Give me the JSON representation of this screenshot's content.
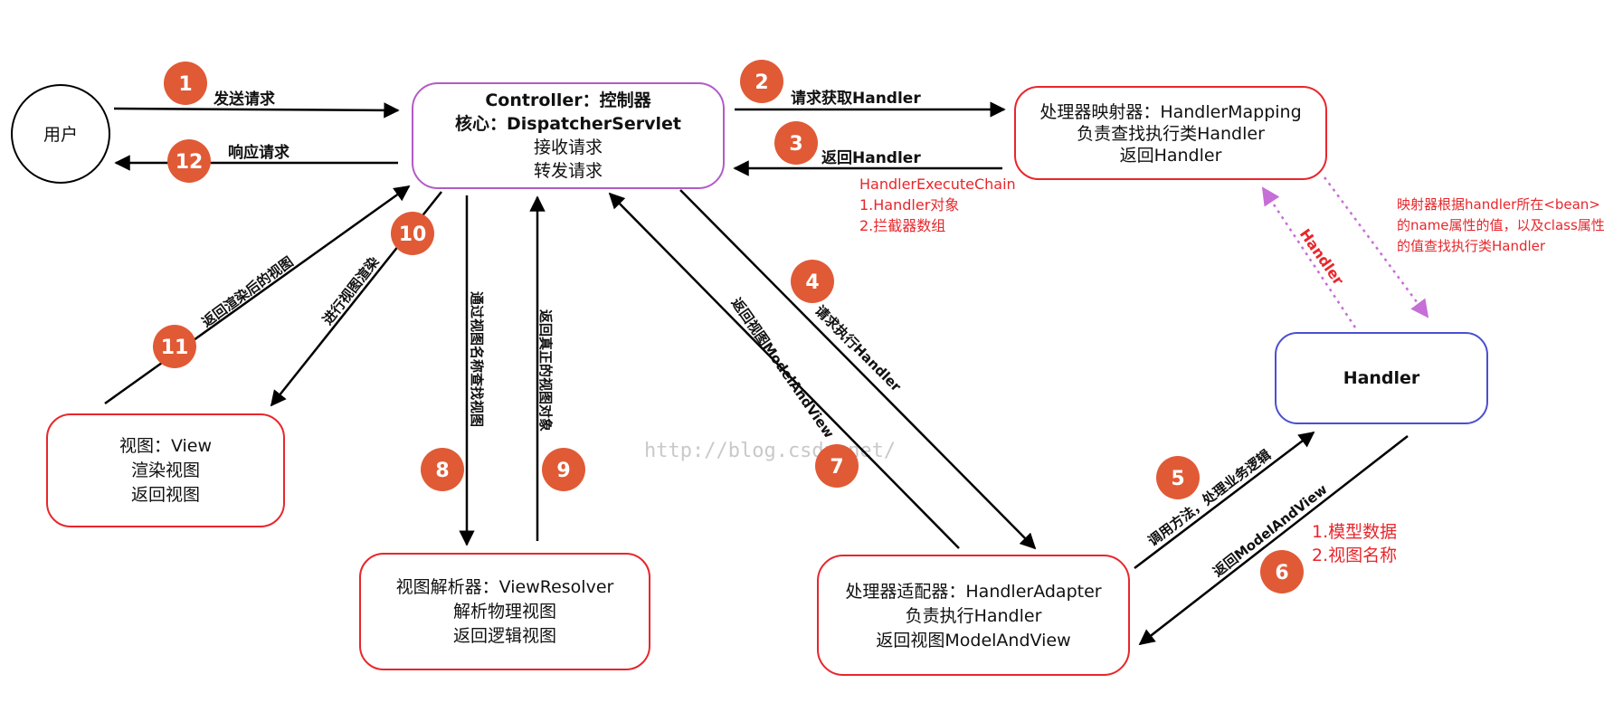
{
  "nodes": {
    "user": {
      "label": "用户"
    },
    "controller": {
      "lines": [
        "Controller：控制器",
        "核心：DispatcherServlet",
        "接收请求",
        "转发请求"
      ]
    },
    "handler_mapping": {
      "lines": [
        "处理器映射器：HandlerMapping",
        "负责查找执行类Handler",
        "返回Handler"
      ]
    },
    "handler": {
      "label": "Handler"
    },
    "view": {
      "lines": [
        "视图：View",
        "渲染视图",
        "返回视图"
      ]
    },
    "view_resolver": {
      "lines": [
        "视图解析器：ViewResolver",
        "解析物理视图",
        "返回逻辑视图"
      ]
    },
    "handler_adapter": {
      "lines": [
        "处理器适配器：HandlerAdapter",
        "负责执行Handler",
        "返回视图ModelAndView"
      ]
    }
  },
  "edges": [
    {
      "num": "1",
      "label": "发送请求"
    },
    {
      "num": "2",
      "label": "请求获取Handler"
    },
    {
      "num": "3",
      "label": "返回Handler"
    },
    {
      "num": "4",
      "label": "请求执行Handler"
    },
    {
      "num": "5",
      "label": "调用方法，处理业务逻辑"
    },
    {
      "num": "6",
      "label": "返回ModelAndView"
    },
    {
      "num": "7",
      "label": "返回视图ModelAndView"
    },
    {
      "num": "8",
      "label": "通过视图名称查找视图"
    },
    {
      "num": "9",
      "label": "返回真正的视图对象"
    },
    {
      "num": "10",
      "label": "进行视图渲染"
    },
    {
      "num": "11",
      "label": "返回渲染后的视图"
    },
    {
      "num": "12",
      "label": "响应请求"
    }
  ],
  "annotations": {
    "handler_chain": [
      "HandlerExecuteChain",
      "1.Handler对象",
      "2.拦截器数组"
    ],
    "mapping_note": [
      "映射器根据handler所在<bean>",
      "的name属性的值，以及class属性",
      "的值查找执行类Handler"
    ],
    "dotted_label": "Handler",
    "model_note": [
      "1.模型数据",
      "2.视图名称"
    ]
  },
  "watermark": "http://blog.csdn.net/",
  "colors": {
    "controller_border": "#b25bc7",
    "red_border": "#e8262b",
    "handler_border": "#4a4fd0",
    "badge": "#e05a36",
    "dotted": "#c66fd6"
  }
}
